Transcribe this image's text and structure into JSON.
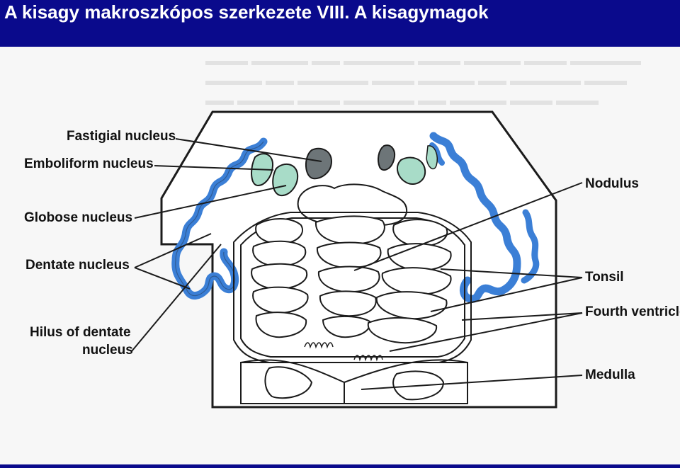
{
  "slide": {
    "title": "A kisagy makroszkópos szerkezete VIII. A kisagymagok"
  },
  "labels": {
    "fastigial": "Fastigial nucleus",
    "emboliform": "Emboliform nucleus",
    "globose": "Globose nucleus",
    "dentate": "Dentate nucleus",
    "hilus_line1": "Hilus of dentate",
    "hilus_line2": "nucleus",
    "nodulus": "Nodulus",
    "tonsil": "Tonsil",
    "fourth_ventricle": "Fourth ventricle",
    "medulla": "Medulla"
  },
  "colors": {
    "title_bar": "#0a0a8c",
    "dentate_blue": "#3b7fd6",
    "light_green": "#a8dcc8",
    "fastigial_gray": "#6d7578"
  }
}
